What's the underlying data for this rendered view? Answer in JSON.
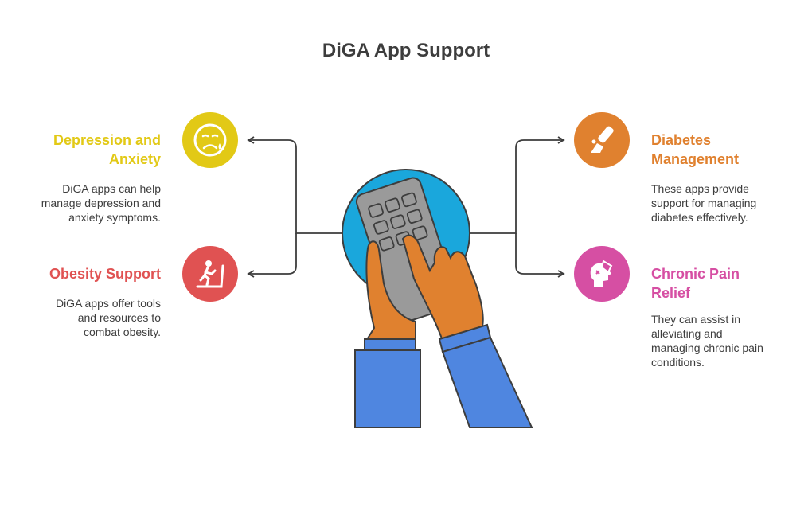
{
  "title": "DiGA App Support",
  "colors": {
    "depression": "#e2c916",
    "obesity": "#e05252",
    "diabetes": "#e0812f",
    "pain": "#d64fa3",
    "connector": "#3d3d3d",
    "text": "#3d3d3d"
  },
  "items": {
    "depression": {
      "heading_line1": "Depression and",
      "heading_line2": "Anxiety",
      "desc_line1": "DiGA apps can help",
      "desc_line2": "manage depression and",
      "desc_line3": "anxiety symptoms.",
      "icon": "sad-face-icon"
    },
    "obesity": {
      "heading_line1": "Obesity Support",
      "desc_line1": "DiGA apps offer tools",
      "desc_line2": "and resources to",
      "desc_line3": "combat obesity.",
      "icon": "treadmill-icon"
    },
    "diabetes": {
      "heading_line1": "Diabetes",
      "heading_line2": "Management",
      "desc_line1": "These apps provide",
      "desc_line2": "support for managing",
      "desc_line3": "diabetes effectively.",
      "icon": "glucose-meter-icon"
    },
    "pain": {
      "heading_line1": "Chronic Pain",
      "heading_line2": "Relief",
      "desc_line1": "They can assist in",
      "desc_line2": "alleviating and",
      "desc_line3": "managing chronic pain",
      "desc_line4": "conditions.",
      "icon": "head-pain-icon"
    }
  },
  "center": {
    "icon": "hands-holding-phone-icon"
  }
}
